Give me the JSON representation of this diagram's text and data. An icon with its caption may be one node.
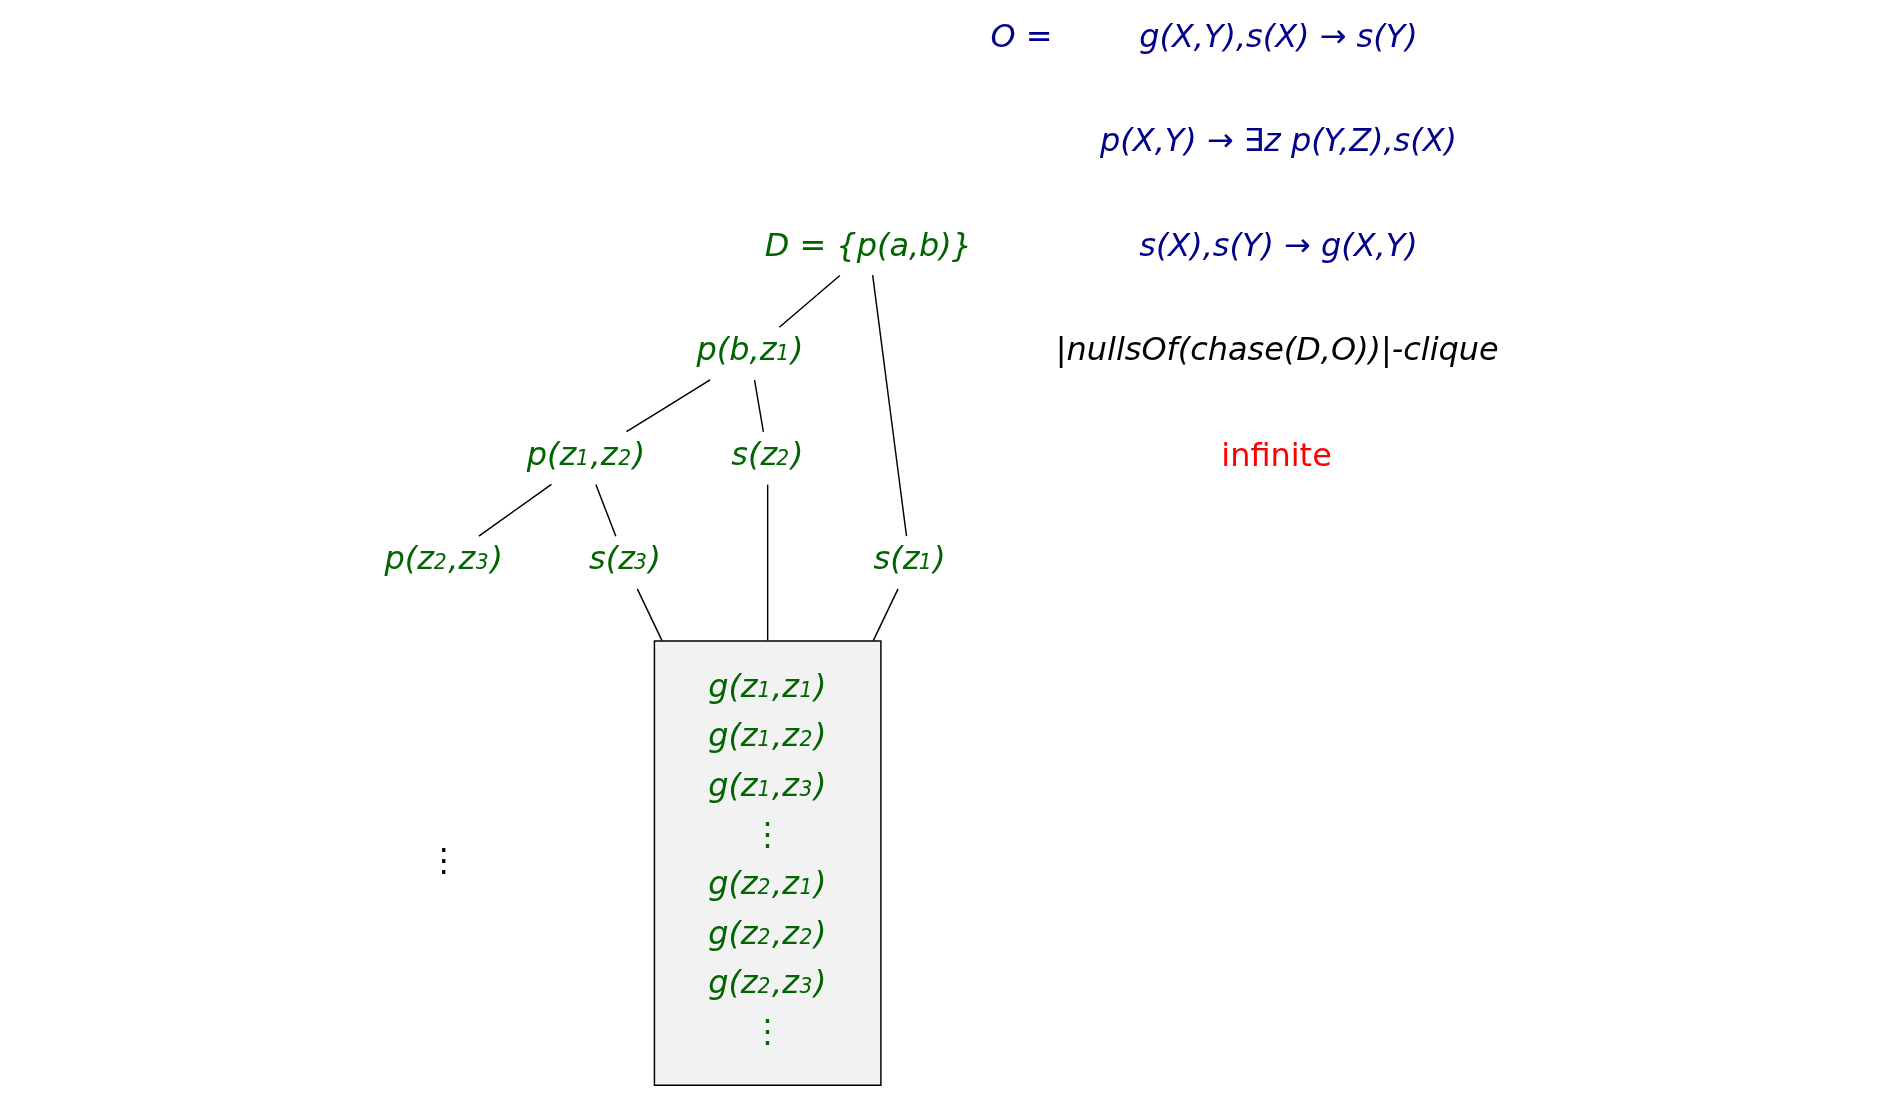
{
  "diagram": {
    "nodes": [
      {
        "text": [
          "D = {p(a,b)}"
        ]
      },
      {
        "text": [
          "p(b,z$_{1}$)"
        ]
      },
      {
        "text": [
          "s(z$_{1}$)"
        ]
      },
      {
        "text": [
          "p(z$_{1}$,z$_{2}$)"
        ]
      },
      {
        "text": [
          "s(z$_{2}$)"
        ]
      },
      {
        "text": [
          "p(z$_{2}$,z$_{3}$)"
        ]
      },
      {
        "text": [
          "s(z$_{3}$)"
        ]
      },
      {
        "text": [
          "g(z$_{1}$,z$_{1}$)",
          "g(z$_{1}$,z$_{2}$)",
          "g(z$_{1}$,z$_{3}$)",
          "⋮",
          "g(z$_{2}$,z$_{1}$)",
          "g(z$_{2}$,z$_{2}$)",
          "g(z$_{2}$,z$_{3}$)",
          "⋮"
        ]
      }
    ],
    "edges": [
      {
        "from": 0,
        "to": 1,
        "arrow": "none"
      },
      {
        "from": 0,
        "to": 2,
        "arrow": "none"
      },
      {
        "from": 1,
        "to": 3,
        "arrow": "none"
      },
      {
        "from": 1,
        "to": 4,
        "arrow": "none"
      },
      {
        "from": 3,
        "to": 5,
        "arrow": "none"
      },
      {
        "from": 3,
        "to": 6,
        "arrow": "none"
      },
      {
        "from": 2,
        "to": 7,
        "arrow": "none"
      },
      {
        "from": 4,
        "to": 7,
        "arrow": "none"
      },
      {
        "from": 6,
        "to": 7,
        "arrow": "none"
      }
    ],
    "labels": [
      "O =",
      "g(X,Y),s(X) → s(Y)",
      "p(X,Y) → ∃z p(Y,Z),s(X)",
      "s(X),s(Y) → g(X,Y)",
      "⋮",
      "|nullsOf(chase(D,O))|-clique",
      "infinite"
    ]
  }
}
